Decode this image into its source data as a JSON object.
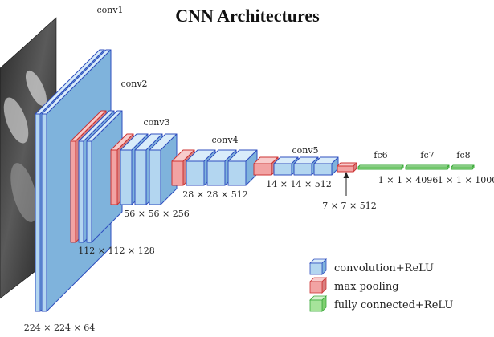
{
  "title": "CNN Architectures",
  "colors": {
    "conv_face": "#b3d6f0",
    "conv_top": "#d9ecfa",
    "conv_side": "#7fb3dc",
    "conv_edge": "#2f4fbf",
    "pool_face": "#f2a3a3",
    "pool_top": "#f8cccc",
    "pool_side": "#d98080",
    "pool_edge": "#cc3333",
    "fc_face": "#a6e39a",
    "fc_edge": "#3aa83a"
  },
  "layers": {
    "conv1": {
      "name": "conv1",
      "dim": "224 × 224 × 64"
    },
    "conv2": {
      "name": "conv2",
      "dim": "112 × 112 × 128"
    },
    "conv3": {
      "name": "conv3",
      "dim": "56 × 56 × 256"
    },
    "conv4": {
      "name": "conv4",
      "dim": "28 × 28 × 512"
    },
    "conv5": {
      "name": "conv5",
      "dim": "14 × 14 × 512"
    },
    "pool5": {
      "dim": "7 × 7 × 512"
    },
    "fc6": {
      "name": "fc6",
      "dim": "1 × 1 × 4096"
    },
    "fc7": {
      "name": "fc7",
      "dim": ""
    },
    "fc8": {
      "name": "fc8",
      "dim": "1 × 1 × 1000"
    }
  },
  "legend": {
    "conv": "convolution+ReLU",
    "pool": "max pooling",
    "fc": "fully connected+ReLU"
  }
}
